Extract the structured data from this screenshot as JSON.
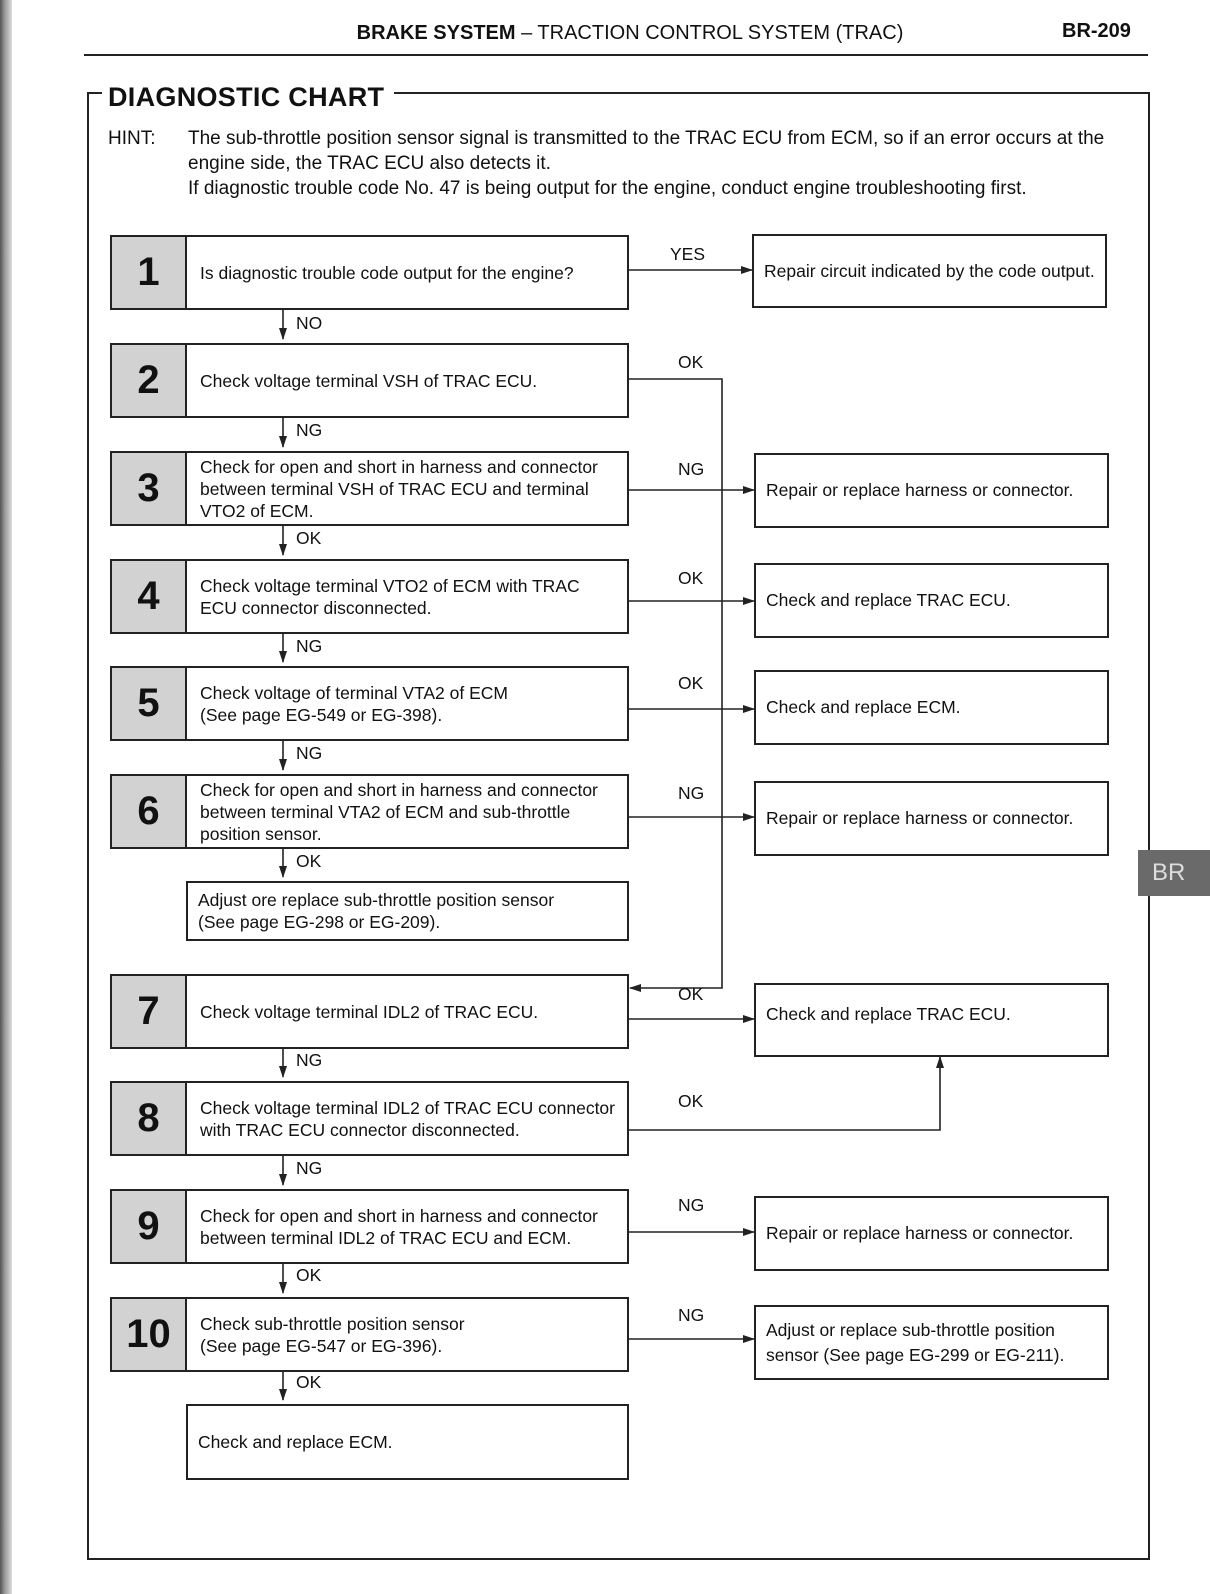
{
  "header": {
    "system": "BRAKE SYSTEM",
    "dash": " – ",
    "subsystem": "TRACTION CONTROL SYSTEM (TRAC)",
    "page": "BR-209"
  },
  "section_title": "DIAGNOSTIC CHART",
  "hint": {
    "label": "HINT:",
    "text": "The sub-throttle position sensor signal is transmitted to the TRAC ECU from ECM, so if an error occurs at the engine side, the TRAC ECU also detects it.",
    "text2": "If diagnostic trouble code No. 47 is being output for the engine, conduct engine troubleshooting first."
  },
  "steps": [
    {
      "num": "1",
      "text": "Is diagnostic trouble code output for the engine?"
    },
    {
      "num": "2",
      "text": "Check voltage terminal VSH of TRAC ECU."
    },
    {
      "num": "3",
      "text": "Check for open and short in harness and connector between terminal VSH of TRAC ECU and terminal VTO2 of ECM."
    },
    {
      "num": "4",
      "text": "Check voltage terminal VTO2 of ECM with TRAC ECU connector disconnected."
    },
    {
      "num": "5",
      "text": "Check voltage of terminal VTA2 of ECM",
      "ref": "(See page EG-549 or EG-398)."
    },
    {
      "num": "6",
      "text": "Check for open and short in harness and connector between terminal VTA2 of ECM and sub-throttle position sensor."
    },
    {
      "num": "7",
      "text": "Check voltage terminal IDL2 of TRAC ECU."
    },
    {
      "num": "8",
      "text": "Check voltage terminal IDL2 of TRAC ECU connector with TRAC ECU connector disconnected."
    },
    {
      "num": "9",
      "text": "Check for open and short in harness and connector between terminal IDL2 of TRAC ECU and ECM."
    },
    {
      "num": "10",
      "text": "Check sub-throttle position sensor",
      "ref": "(See page EG-547 or EG-396)."
    }
  ],
  "after6": {
    "text": "Adjust ore replace sub-throttle position sensor",
    "ref": "(See page EG-298 or EG-209)."
  },
  "final_box": "Check and replace ECM.",
  "actions": {
    "a1": "Repair circuit indicated by the code output.",
    "a3": "Repair or replace harness or connector.",
    "a4": "Check and replace TRAC ECU.",
    "a5": "Check and replace ECM.",
    "a6": "Repair or replace harness or connector.",
    "a7": "Check and replace TRAC ECU.",
    "a9": "Repair or replace harness or connector.",
    "a10": "Adjust or replace sub-throttle position sensor (See page EG-299 or EG-211)."
  },
  "labels": {
    "yes": "YES",
    "no": "NO",
    "ok": "OK",
    "ng": "NG"
  },
  "side_tab": "BR"
}
